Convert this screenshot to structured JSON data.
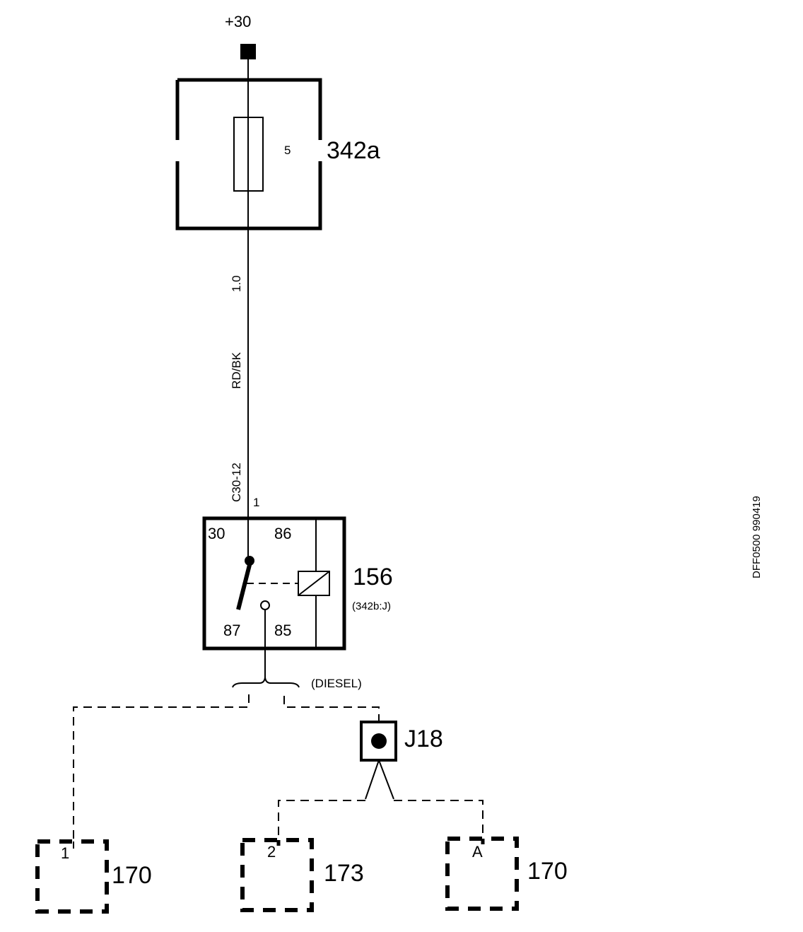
{
  "supply": {
    "label": "+30"
  },
  "fuse_box": {
    "id": "342a",
    "fuse_number": "5"
  },
  "wire": {
    "size": "1.0",
    "color": "RD/BK",
    "connector": "C30-12",
    "pin": "1"
  },
  "relay": {
    "id": "156",
    "ref": "(342b:J)",
    "terminals": {
      "t30": "30",
      "t86": "86",
      "t87": "87",
      "t85": "85"
    }
  },
  "variant": {
    "label": "(DIESEL)"
  },
  "junction": {
    "id": "J18"
  },
  "components": [
    {
      "id": "170",
      "pin": "1"
    },
    {
      "id": "173",
      "pin": "2"
    },
    {
      "id": "170",
      "pin": "A"
    }
  ],
  "drawing_code": "DFF0500 990419"
}
